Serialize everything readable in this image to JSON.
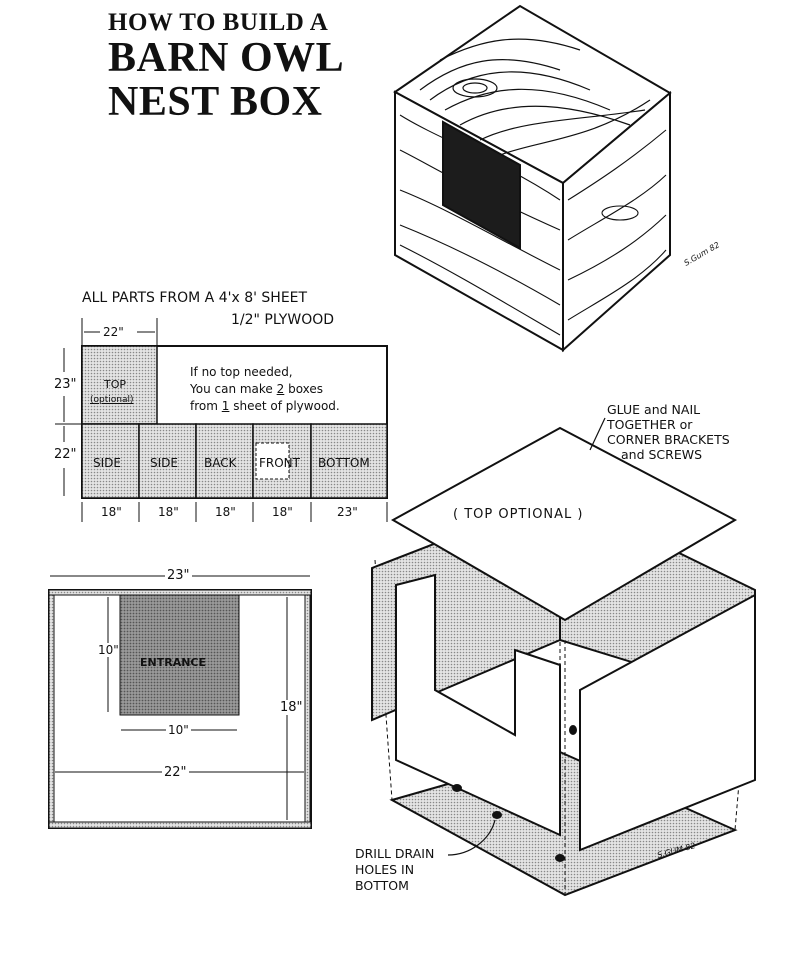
{
  "title": {
    "line1": "HOW TO BUILD A",
    "line2": "BARN OWL",
    "line3": "NEST BOX"
  },
  "cut_diagram": {
    "heading": "ALL PARTS FROM A 4'x 8' SHEET",
    "subheading": "1/2\" PLYWOOD",
    "top_width": "22\"",
    "top_height": "23\"",
    "row_height": "22\"",
    "top_panel": {
      "label": "TOP",
      "sublabel": "(optional)"
    },
    "note": {
      "line1": "If no top needed,",
      "line2_pre": "You can make ",
      "line2_num": "2",
      "line2_post": " boxes",
      "line3_pre": "from ",
      "line3_num": "1",
      "line3_post": " sheet of plywood."
    },
    "panels": [
      {
        "label": "SIDE",
        "width": "18\""
      },
      {
        "label": "SIDE",
        "width": "18\""
      },
      {
        "label": "BACK",
        "width": "18\""
      },
      {
        "label": "FRONT",
        "width": "18\""
      },
      {
        "label": "BOTTOM",
        "width": "23\""
      }
    ]
  },
  "front_view": {
    "overall_width": "23\"",
    "inner_width": "22\"",
    "height": "18\"",
    "entrance_label": "ENTRANCE",
    "entrance_height": "10\"",
    "entrance_width": "10\""
  },
  "assembly": {
    "top_label": "( TOP  OPTIONAL )",
    "glue_note": [
      "GLUE and NAIL",
      "TOGETHER or",
      "CORNER BRACKETS",
      "  and SCREWS"
    ],
    "drill_note": [
      "DRILL DRAIN",
      "HOLES  IN",
      "BOTTOM"
    ],
    "signature": "S.GUM 82"
  },
  "colors": {
    "ink": "#111111",
    "stipple": "#b8b8b8",
    "dark_stipple": "#6e6e6e",
    "entrance_fill": "#8a8a8a",
    "paper": "#ffffff"
  }
}
